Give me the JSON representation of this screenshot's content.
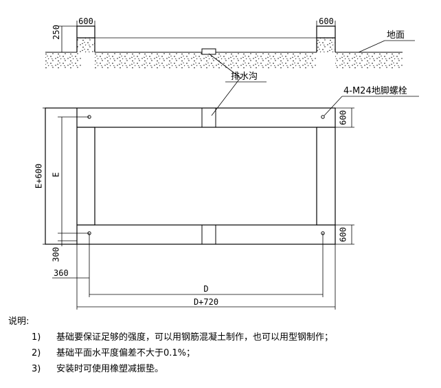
{
  "labels": {
    "ground": "地面",
    "drain": "排水沟",
    "bolts": "4-M24地脚螺栓"
  },
  "dimensions": {
    "top_width_left": "600",
    "top_width_right": "600",
    "top_height": "250",
    "side_width_upper": "600",
    "side_width_lower": "600",
    "total_length": "E+600",
    "inner_length": "E",
    "bottom_offset": "300",
    "left_offset": "360",
    "bolt_span": "D",
    "total_width": "D+720"
  },
  "notes": {
    "title": "说明:",
    "items": [
      {
        "num": "1)",
        "text": "基础要保证足够的强度，可以用钢筋混凝土制作，也可以用型钢制作；"
      },
      {
        "num": "2)",
        "text": "基础平面水平度偏差不大于0.1%；"
      },
      {
        "num": "3)",
        "text": "安装时可使用橡塑减振垫。"
      }
    ]
  }
}
